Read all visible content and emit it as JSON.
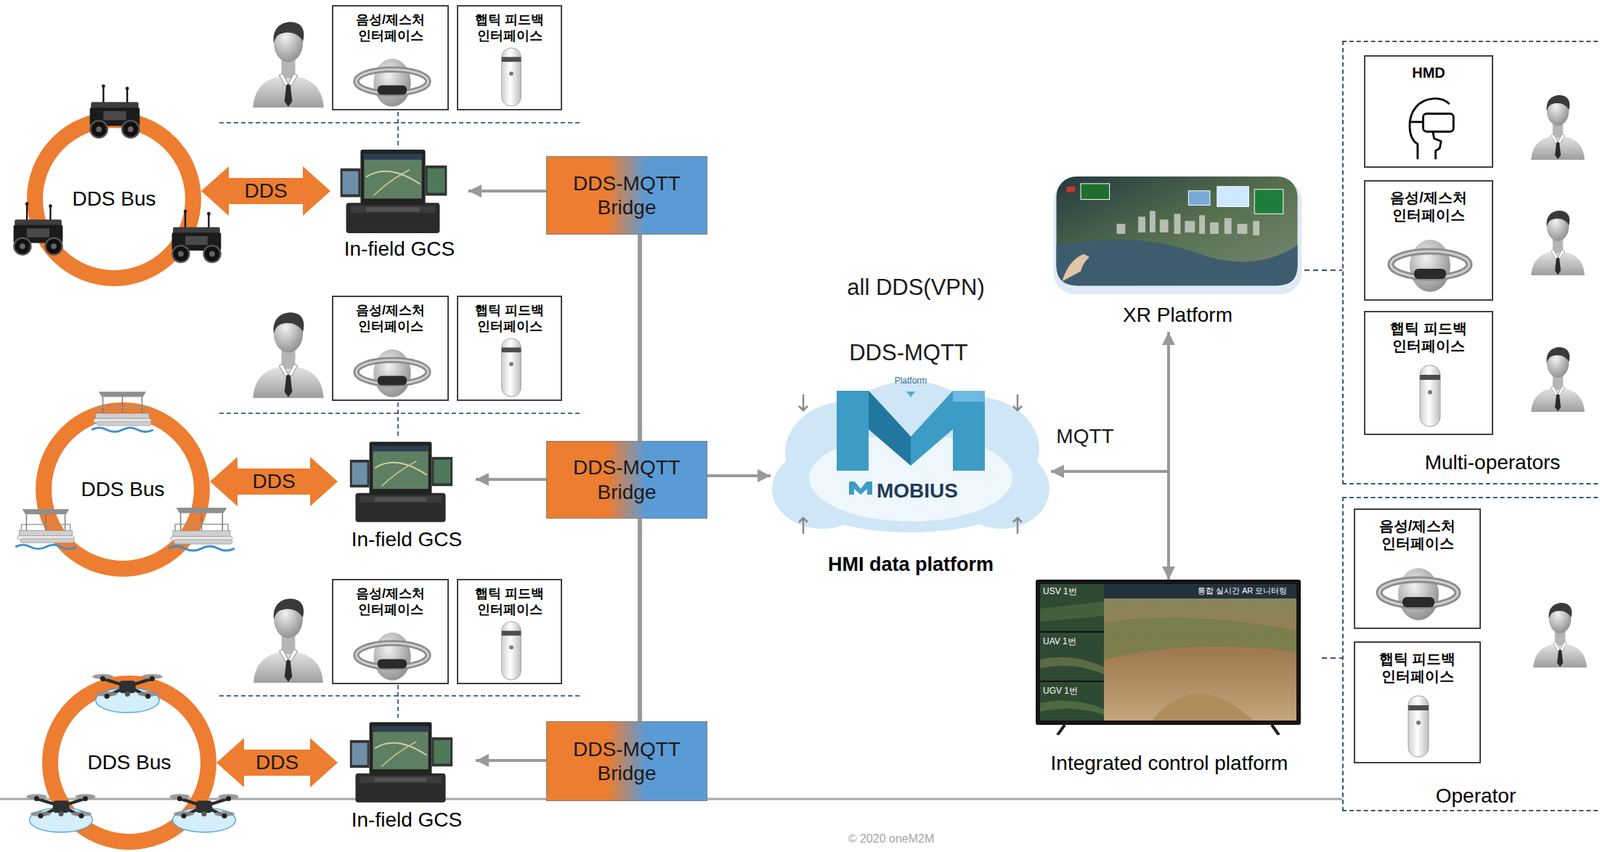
{
  "diagram": {
    "nodes": [
      {
        "text": [
          "음성/제스처 인터페이스"
        ]
      },
      {
        "text": [
          "햅틱 피드백 인터페이스"
        ]
      },
      {
        "text": [
          "DDS Bus"
        ]
      },
      {
        "text": [
          "In-field GCS"
        ]
      },
      {
        "text": [
          "DDS-MQTT Bridge"
        ]
      },
      {
        "text": [
          "음성/제스처 인터페이스"
        ]
      },
      {
        "text": [
          "햅틱 피드백 인터페이스"
        ]
      },
      {
        "text": [
          "DDS Bus"
        ]
      },
      {
        "text": [
          "In-field GCS"
        ]
      },
      {
        "text": [
          "DDS-MQTT Bridge"
        ]
      },
      {
        "text": [
          "음성/제스처 인터페이스"
        ]
      },
      {
        "text": [
          "햅틱 피드백 인터페이스"
        ]
      },
      {
        "text": [
          "DDS Bus"
        ]
      },
      {
        "text": [
          "In-field GCS"
        ]
      },
      {
        "text": [
          "DDS-MQTT Bridge"
        ]
      },
      {
        "text": [
          "Platform",
          "MOBIUS",
          "HMI data platform"
        ]
      },
      {
        "text": [
          "XR Platform"
        ]
      },
      {
        "text": [
          "Multi-operators"
        ]
      },
      {
        "text": [
          "HMD"
        ],
        "in": 17
      },
      {
        "text": [
          "음성/제스처 인터페이스"
        ],
        "in": 17
      },
      {
        "text": [
          "햅틱 피드백 인터페이스"
        ],
        "in": 17
      },
      {
        "text": [
          "통합 실시간 AR 모니터링",
          "USV 1번",
          "UAV 1번",
          "UGV 1번",
          "Integrated control platform"
        ]
      },
      {
        "text": [
          "Operator"
        ]
      },
      {
        "text": [
          "음성/제스처 인터페이스"
        ],
        "in": 22
      },
      {
        "text": [
          "햅틱 피드백 인터페이스"
        ],
        "in": 22
      }
    ],
    "edges": [
      {
        "from": 2,
        "to": 3,
        "label": "DDS",
        "arrow": "both"
      },
      {
        "from": 4,
        "to": 3,
        "arrow": "to"
      },
      {
        "from": 7,
        "to": 8,
        "label": "DDS",
        "arrow": "both"
      },
      {
        "from": 9,
        "to": 8,
        "arrow": "to"
      },
      {
        "from": 12,
        "to": 13,
        "label": "DDS",
        "arrow": "both"
      },
      {
        "from": 14,
        "to": 13,
        "arrow": "to"
      },
      {
        "from": 4,
        "to": 9,
        "arrow": "none"
      },
      {
        "from": 9,
        "to": 14,
        "arrow": "none"
      },
      {
        "from": 9,
        "to": 15,
        "arrow": "to"
      },
      {
        "from": 15,
        "to": 16,
        "label": "MQTT",
        "arrow": "both"
      },
      {
        "from": 15,
        "to": 21,
        "arrow": "both"
      },
      {
        "from": 16,
        "to": 17,
        "arrow": "none"
      },
      {
        "from": 21,
        "to": 22,
        "arrow": "none"
      }
    ],
    "labels": [
      "all DDS(VPN)",
      "DDS-MQTT",
      "© 2020 oneM2M"
    ]
  }
}
